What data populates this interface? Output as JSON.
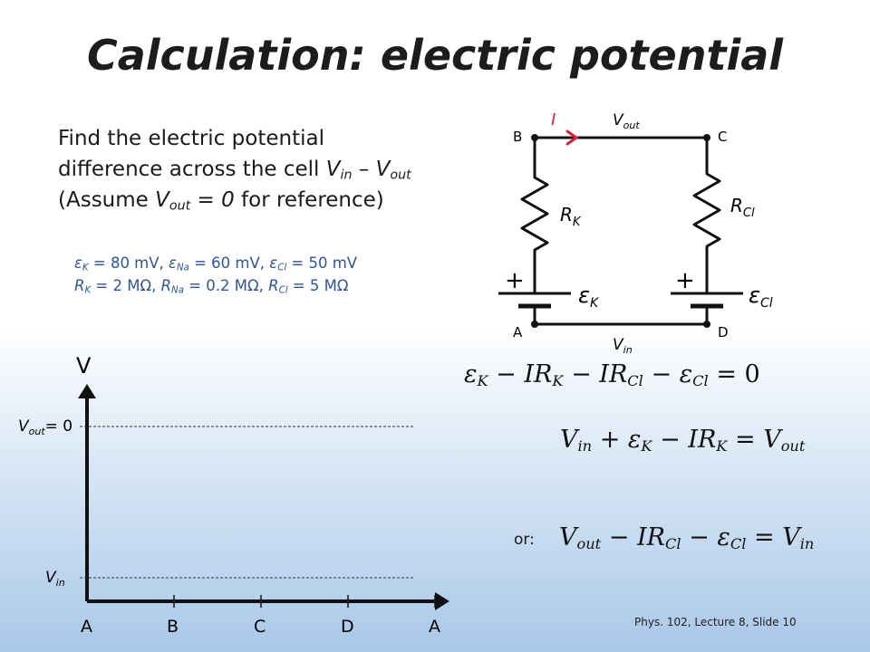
{
  "title": "Calculation: electric potential",
  "problem": {
    "line1": "Find the electric potential",
    "line2_a": "difference across the cell ",
    "V": "V",
    "in": "in",
    "out": "out",
    "dash": " – ",
    "line3_open": "(Assume ",
    "eq_zero": " = 0",
    "line3_close": " for reference)"
  },
  "params": {
    "line1": [
      "ε",
      "K",
      " = 80 mV, ",
      "ε",
      "Na",
      " = 60 mV, ",
      "ε",
      "Cl",
      " = 50 mV"
    ],
    "line2": [
      "R",
      "K",
      " = 2 MΩ, ",
      "R",
      "Na",
      " = 0.2 MΩ, ",
      "R",
      "Cl",
      " = 5 MΩ"
    ]
  },
  "circuit": {
    "node_b": "B",
    "node_c": "C",
    "node_a": "A",
    "node_d": "D",
    "current": "I",
    "v_out": "V",
    "v_out_sub": "out",
    "v_in": "V",
    "v_in_sub": "in",
    "r_k": "R",
    "r_k_sub": "K",
    "r_cl": "R",
    "r_cl_sub": "Cl",
    "emf_k": "ε",
    "emf_k_sub": "K",
    "emf_cl": "ε",
    "emf_cl_sub": "Cl",
    "plus": "+"
  },
  "graph": {
    "y_axis_label": "V",
    "v_out_label": "V",
    "v_out_sub": "out",
    "v_out_value": "= 0",
    "v_in_label": "V",
    "v_in_sub": "in",
    "x_labels": [
      "A",
      "B",
      "C",
      "D",
      "A"
    ]
  },
  "equations": {
    "eq1": [
      "ε",
      "K",
      " − ",
      "IR",
      "K",
      " − ",
      "IR",
      "Cl",
      " − ",
      "ε",
      "Cl",
      " = 0"
    ],
    "eq2": [
      "V",
      "in",
      " + ",
      "ε",
      "K",
      " − ",
      "IR",
      "K",
      " = ",
      "V",
      "out"
    ],
    "eq3": [
      "V",
      "out",
      " − ",
      "IR",
      "Cl",
      " − ",
      "ε",
      "Cl",
      " = ",
      "V",
      "in"
    ],
    "or_label": "or:"
  },
  "footer": "Phys. 102, Lecture 8, Slide 10",
  "colors": {
    "params_text": "#2f5597",
    "current_arrow": "#d9243f",
    "wire": "#111111"
  }
}
